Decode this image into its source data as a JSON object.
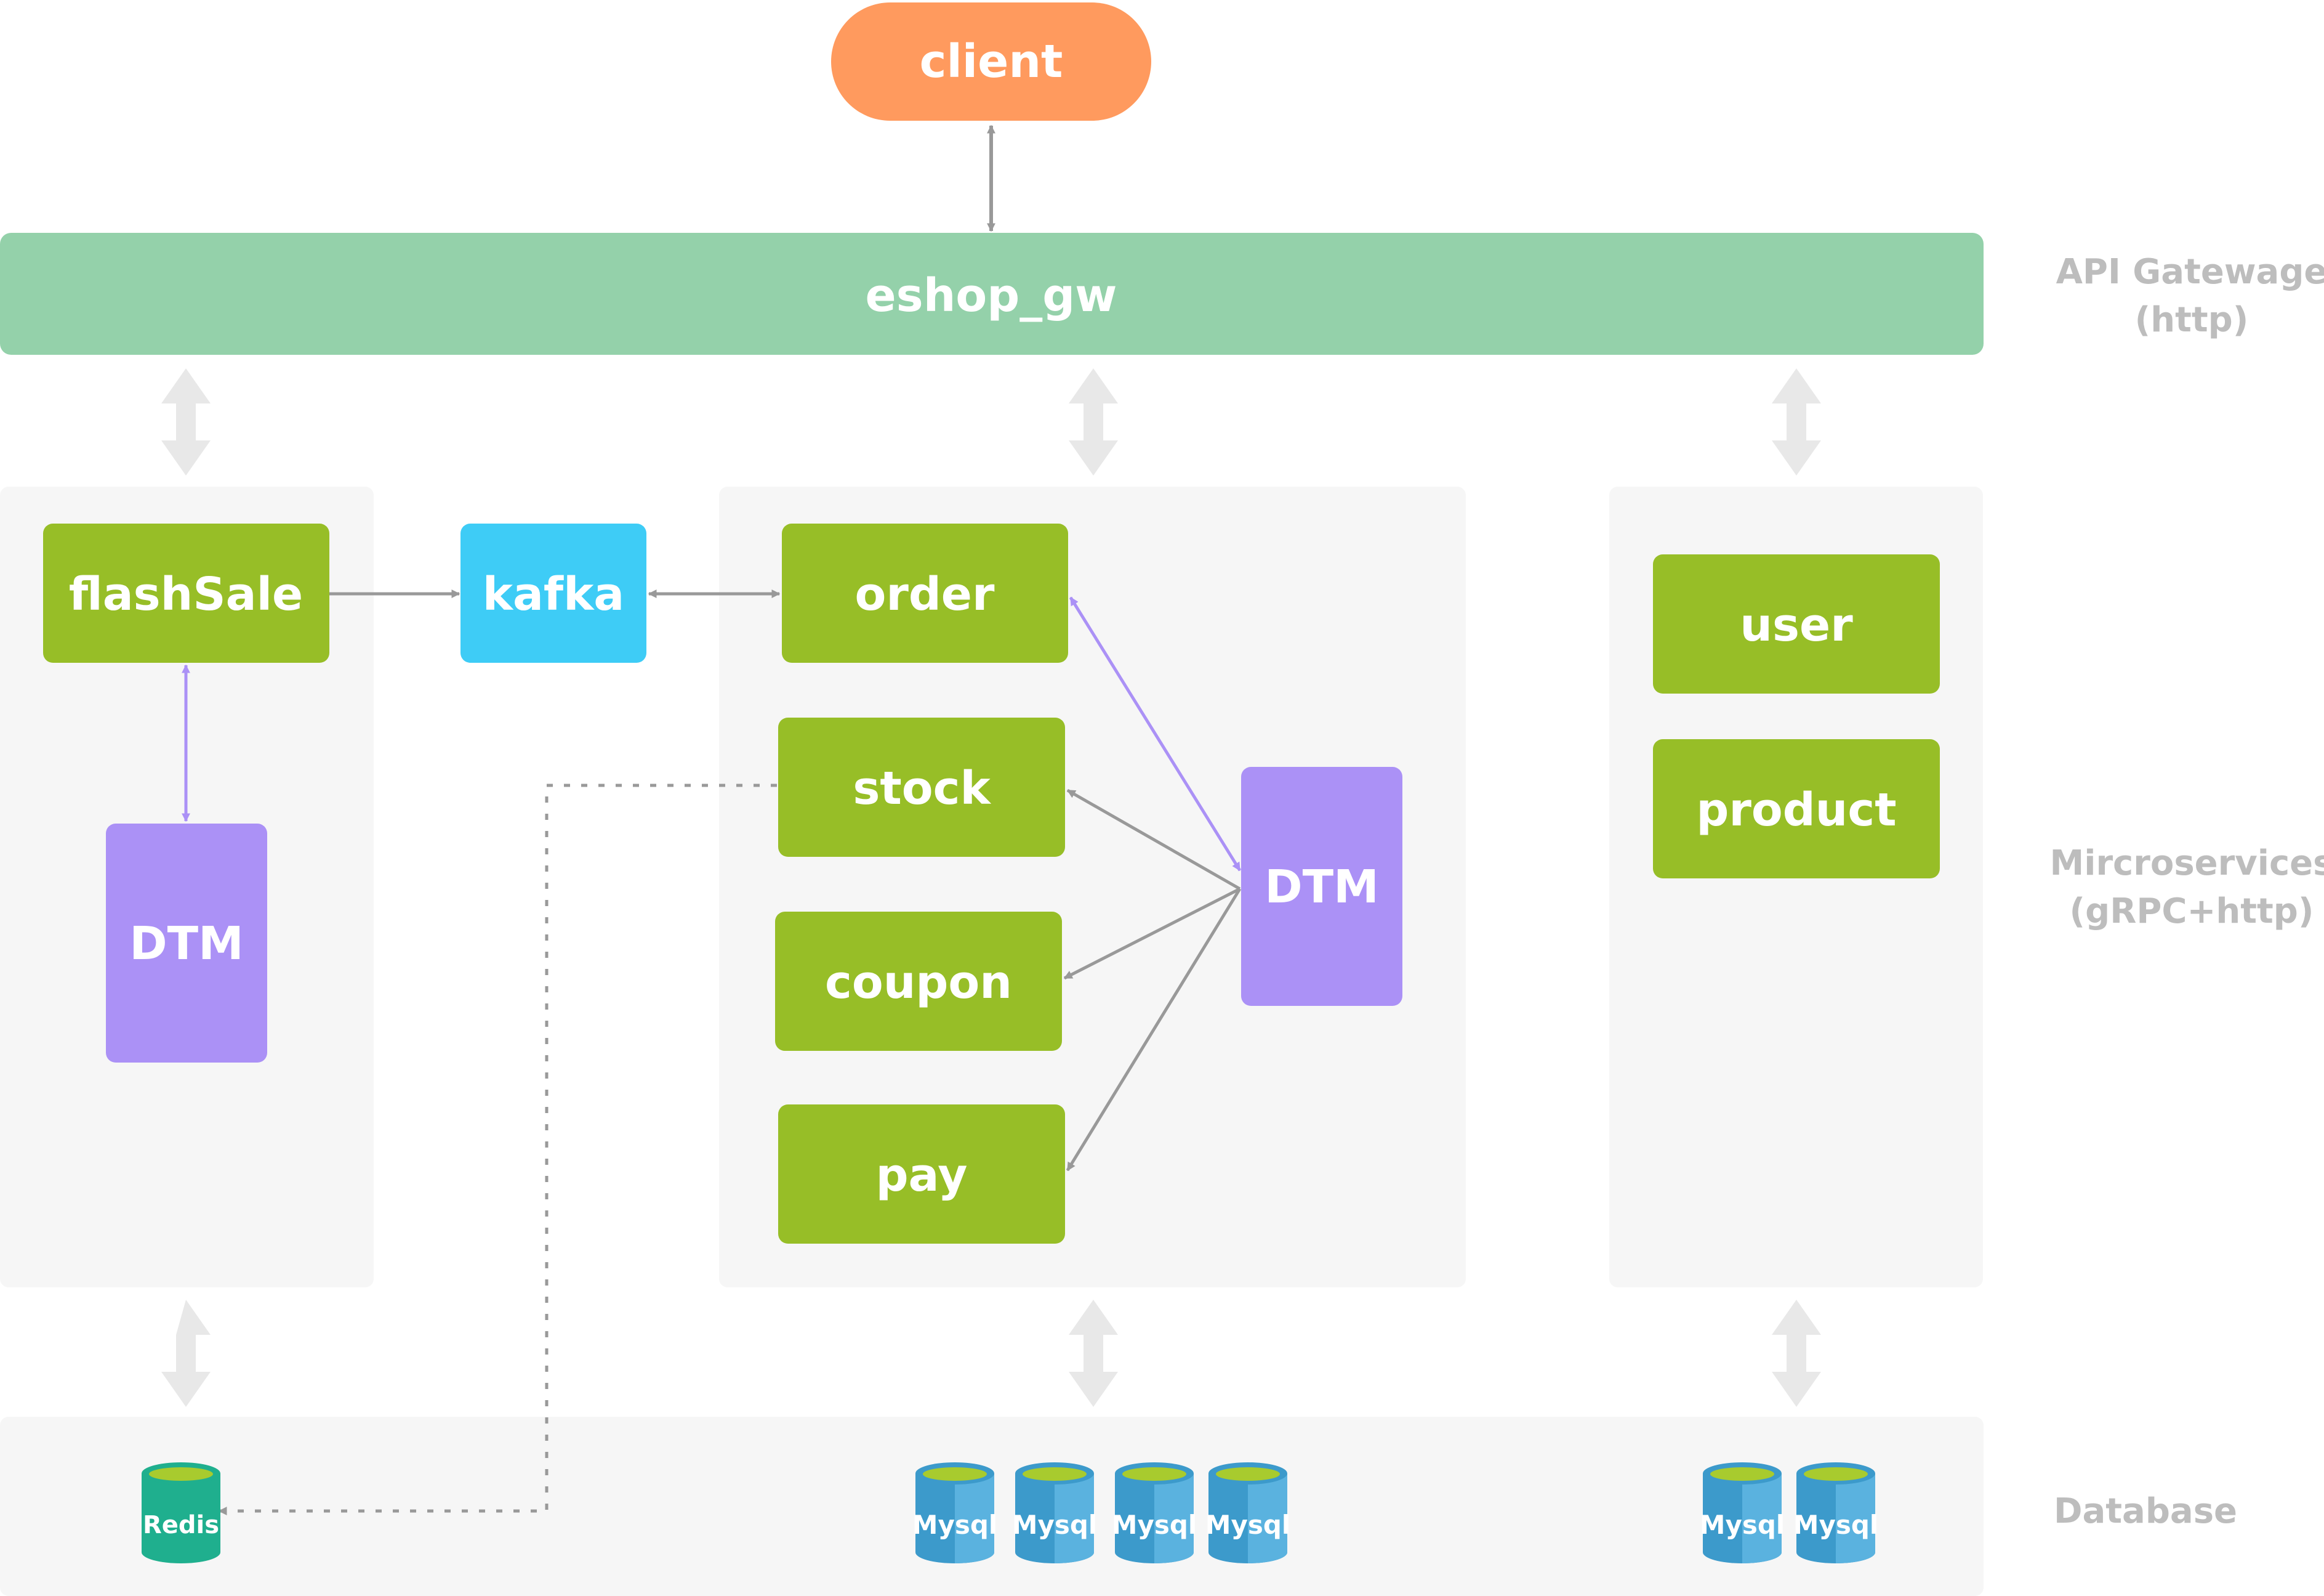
{
  "client": {
    "label": "client",
    "color": "#FF9A5E"
  },
  "gateway": {
    "label": "eshop_gw",
    "color": "#94D1AA"
  },
  "layer_labels": {
    "gateway": [
      "API Gatewage",
      "(http)"
    ],
    "services": [
      "Mircroservices",
      "(gRPC+http)"
    ],
    "database": [
      "Database"
    ]
  },
  "services": {
    "flashsale": "flashSale",
    "kafka": "kafka",
    "order": "order",
    "stock": "stock",
    "coupon": "coupon",
    "pay": "pay",
    "user": "user",
    "product": "product",
    "dtm_left": "DTM",
    "dtm_right": "DTM"
  },
  "databases": {
    "redis": "Redis",
    "mysql": [
      "Mysql",
      "Mysql",
      "Mysql",
      "Mysql",
      "Mysql",
      "Mysql"
    ]
  },
  "colors": {
    "service": "#97BE27",
    "kafka": "#3ECCF6",
    "dtm": "#AB91F6",
    "panel": "#F6F6F6",
    "layer_label": "#BDBDBD",
    "arrow": "#999999",
    "dtm_arrow": "#AB91F6",
    "thick_arrow": "#E8E8E8",
    "mysql": "#3C9ACB",
    "redis": "#1FAF8E",
    "db_top": "#A8CB2E"
  },
  "icons": {
    "redis": "database-cylinder-icon",
    "mysql": "database-cylinder-icon"
  }
}
